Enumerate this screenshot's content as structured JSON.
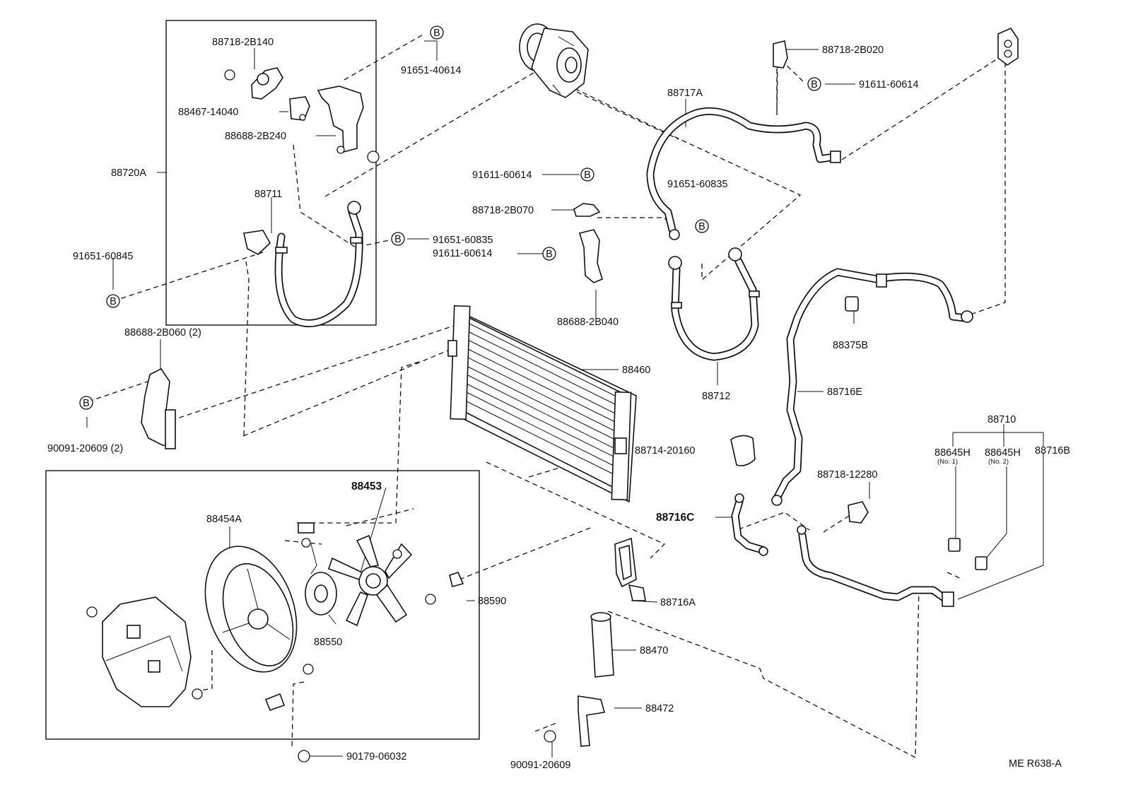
{
  "diagram_id": "ME R638-A",
  "callout_symbol": "B",
  "parts": {
    "p88718_2B140": "88718-2B140",
    "p91651_40614": "91651-40614",
    "p88467_14040": "88467-14040",
    "p88688_2B240": "88688-2B240",
    "p88720A": "88720A",
    "p88711": "88711",
    "p91651_60845": "91651-60845",
    "p91651_60835_a": "91651-60835",
    "p91611_60614_a": "91611-60614",
    "p88688_2B060": "88688-2B060 (2)",
    "p90091_20609_2": "90091-20609 (2)",
    "p91611_60614_b": "91611-60614",
    "p88718_2B070": "88718-2B070",
    "p88688_2B040": "88688-2B040",
    "p88460": "88460",
    "p88714_20160": "88714-20160",
    "p88453": "88453",
    "p88454A": "88454A",
    "p88550": "88550",
    "p88590": "88590",
    "p90179_06032": "90179-06032",
    "p88716A": "88716A",
    "p88470": "88470",
    "p88472": "88472",
    "p90091_20609": "90091-20609",
    "p88718_2B020": "88718-2B020",
    "p91611_60614_c": "91611-60614",
    "p88717A": "88717A",
    "p91651_60835_b": "91651-60835",
    "p88712": "88712",
    "p88375B": "88375B",
    "p88716E": "88716E",
    "p88710": "88710",
    "p88645H_1": "88645H",
    "p88645H_1_note": "(No. 1)",
    "p88645H_2": "88645H",
    "p88645H_2_note": "(No. 2)",
    "p88716B": "88716B",
    "p88718_12280": "88718-12280",
    "p88716C": "88716C"
  }
}
